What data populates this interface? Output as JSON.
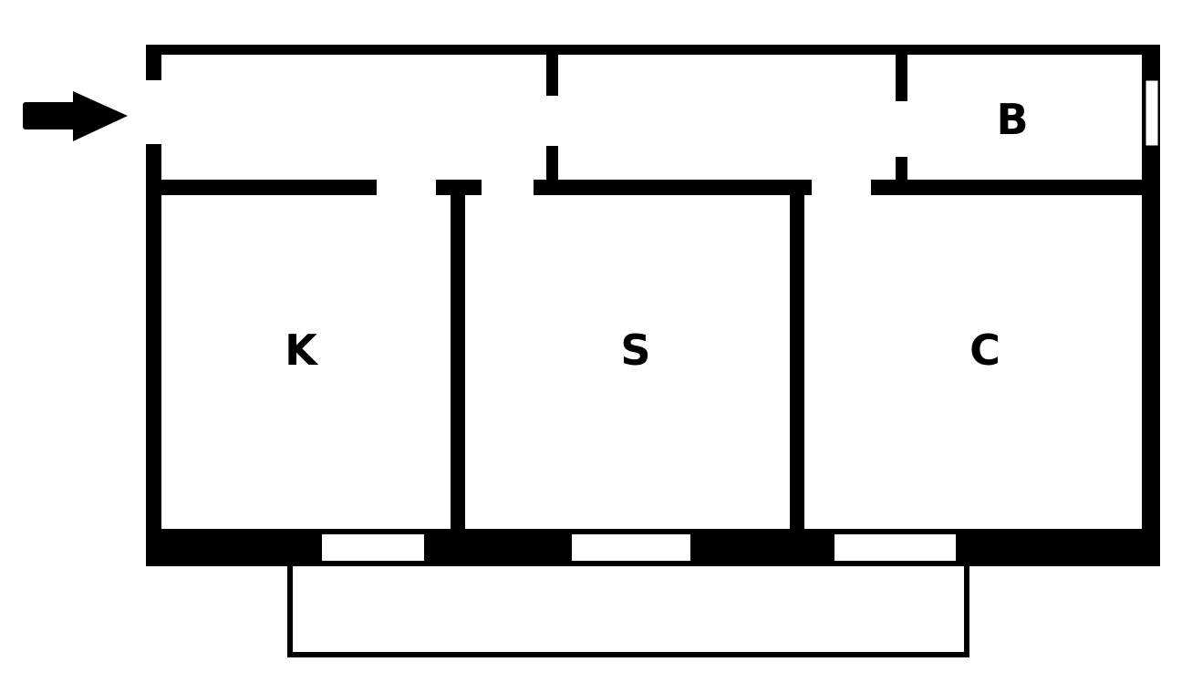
{
  "diagram": {
    "type": "floor-plan",
    "rooms": [
      {
        "id": "K",
        "label": "K"
      },
      {
        "id": "S",
        "label": "S"
      },
      {
        "id": "C",
        "label": "C"
      },
      {
        "id": "B",
        "label": "B"
      }
    ],
    "entrance": "entrance-arrow",
    "colors": {
      "wall": "#000000",
      "background": "#ffffff",
      "window": "#ffffff"
    }
  }
}
